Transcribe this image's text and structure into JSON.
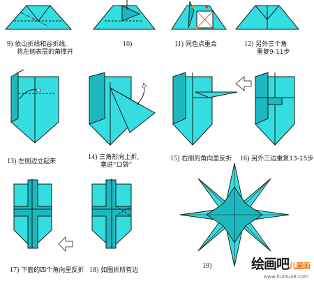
{
  "steps": [
    {
      "number": "9)",
      "text_line1": "依山折线和谷折线,",
      "text_line2": "将左侧表层的角撑开"
    },
    {
      "number": "10)",
      "text_line1": "",
      "text_line2": ""
    },
    {
      "number": "11)",
      "text_line1": "同色点重合",
      "text_line2": ""
    },
    {
      "number": "12)",
      "text_line1": "另外三个角",
      "text_line2": "重复9-11步"
    },
    {
      "number": "13)",
      "text_line1": "左侧边立起来",
      "text_line2": ""
    },
    {
      "number": "14)",
      "text_line1": "三角形向上折,",
      "text_line2": "塞进“口袋”"
    },
    {
      "number": "15)",
      "text_line1": "右侧的角向里反折",
      "text_line2": ""
    },
    {
      "number": "16)",
      "text_line1": "另外三边重复13-15步",
      "text_line2": ""
    },
    {
      "number": "17)",
      "text_line1": "下面的四个角向里反折",
      "text_line2": ""
    },
    {
      "number": "18)",
      "text_line1": "如图折所有边",
      "text_line2": ""
    },
    {
      "number": "19)",
      "text_line1": "",
      "text_line2": ""
    }
  ],
  "watermark": {
    "part1": "绘画吧",
    "part2": "儿童画",
    "url": "www.huihua8.com"
  },
  "colors": {
    "paper": "#33dde0",
    "paper_dark": "#1bb9bf",
    "line": "#1a1a1a",
    "dot_orange": "#f28c1a",
    "dot_red": "#e53030"
  }
}
